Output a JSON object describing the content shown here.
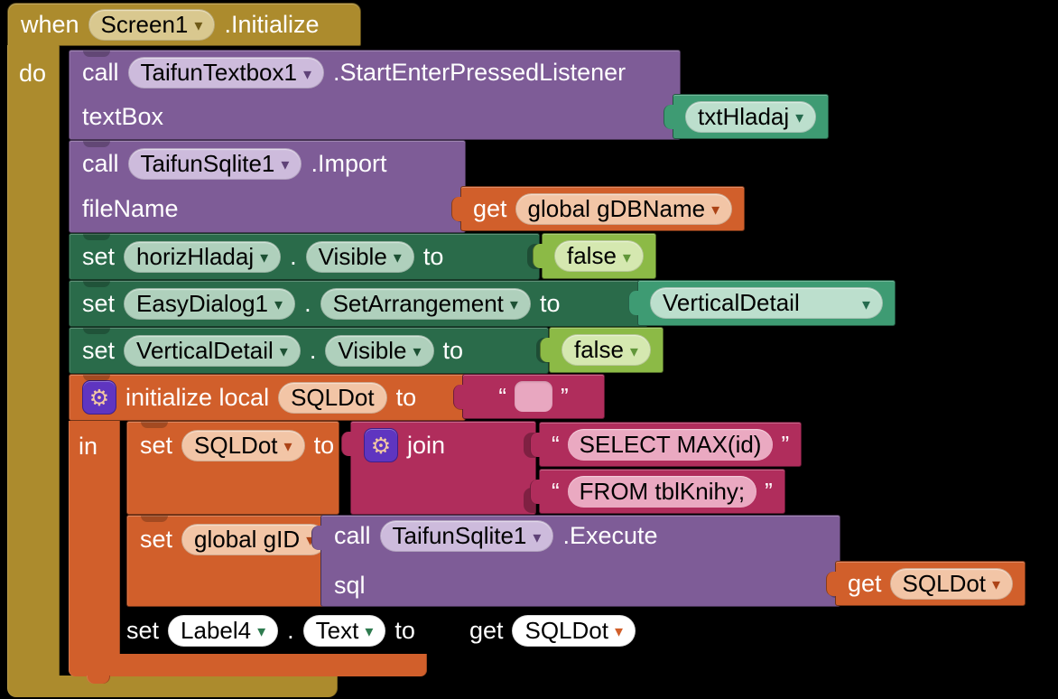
{
  "colors": {
    "background": "#000000",
    "event_gold": "#AC8B2D",
    "method_purple": "#7E5C97",
    "setter_green": "#2A6B4A",
    "component_teal": "#3E9B73",
    "logic_green": "#8CBA46",
    "variable_orange": "#D15F2B",
    "text_magenta": "#B02D5C",
    "gear_badge": "#5F35C0"
  },
  "when_block": {
    "keyword": "when",
    "component": "Screen1",
    "event": ".Initialize",
    "do_label": "do"
  },
  "call_textbox": {
    "keyword": "call",
    "component": "TaifunTextbox1",
    "method": ".StartEnterPressedListener",
    "param_label": "textBox",
    "arg": {
      "label": "txtHladaj"
    }
  },
  "call_import": {
    "keyword": "call",
    "component": "TaifunSqlite1",
    "method": ".Import",
    "param_label": "fileName",
    "arg": {
      "keyword": "get",
      "variable": "global gDBName"
    }
  },
  "set_horiz": {
    "keyword": "set",
    "component": "horizHladaj",
    "dot": ".",
    "property": "Visible",
    "to_label": "to",
    "value": "false"
  },
  "set_easy": {
    "keyword": "set",
    "component": "EasyDialog1",
    "dot": ".",
    "property": "SetArrangement",
    "to_label": "to",
    "value": "VerticalDetail"
  },
  "set_vert": {
    "keyword": "set",
    "component": "VerticalDetail",
    "dot": ".",
    "property": "Visible",
    "to_label": "to",
    "value": "false"
  },
  "init_local": {
    "label": "initialize local",
    "name": "SQLDot",
    "to_label": "to",
    "in_label": "in",
    "empty_string": {
      "open": "“",
      "close": "”"
    }
  },
  "set_sqldot": {
    "keyword": "set",
    "variable": "SQLDot",
    "to_label": "to",
    "join": {
      "label": "join"
    },
    "strings": [
      {
        "open": "“",
        "text": "SELECT MAX(id)",
        "close": "”"
      },
      {
        "open": "“",
        "text": "FROM tblKnihy;",
        "close": "”"
      }
    ]
  },
  "set_gid": {
    "keyword": "set",
    "variable": "global gID",
    "to_label": "to",
    "call": {
      "keyword": "call",
      "component": "TaifunSqlite1",
      "method": ".Execute",
      "param_label": "sql",
      "arg": {
        "keyword": "get",
        "variable": "SQLDot"
      }
    }
  },
  "set_label4": {
    "keyword": "set",
    "component": "Label4",
    "dot": ".",
    "property": "Text",
    "to_label": "to",
    "get": {
      "keyword": "get",
      "variable": "SQLDot"
    }
  }
}
